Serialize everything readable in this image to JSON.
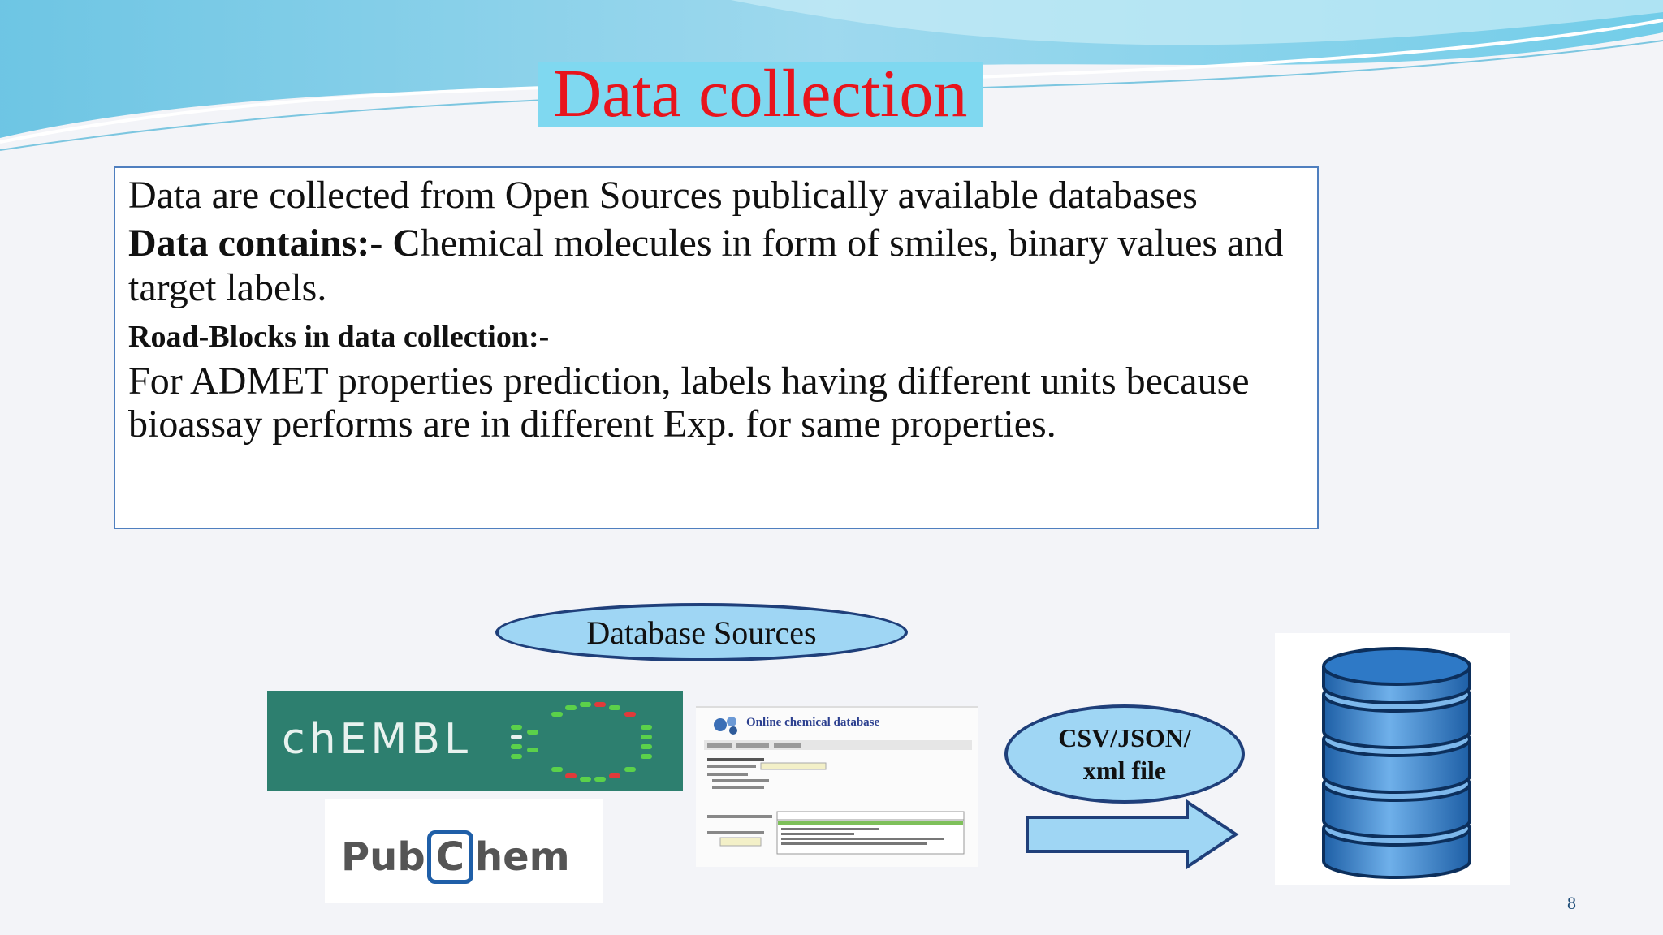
{
  "slide": {
    "title": "Data collection",
    "body": {
      "line1": "Data are collected from Open Sources publically available databases",
      "line2_bold": "Data contains:- C",
      "line2_rest": "hemical molecules in form of smiles, binary values and target labels.",
      "line3": "Road-Blocks in data collection:-",
      "line4": "For ADMET properties prediction, labels having different units because bioassay performs are in different Exp. for same properties."
    },
    "diagram": {
      "sources_label": "Database Sources",
      "chembl_logo": "chEMBL",
      "pubchem_logo_a": "Pub",
      "pubchem_logo_c": "C",
      "pubchem_logo_b": "hem",
      "ochem_title": "Online chemical database",
      "format_label_line1": "CSV/JSON/",
      "format_label_line2": "xml file",
      "arrow_icon": "right-arrow-icon",
      "database_icon": "database-cylinder-icon"
    },
    "page_number": "8",
    "colors": {
      "title": "#e8141c",
      "title_bg": "#7fd8f0",
      "ellipse_fill": "#9fd6f4",
      "ellipse_border": "#1f3f7a",
      "chembl_bg": "#2d7f6f",
      "database_blue": "#2e79c6"
    }
  }
}
